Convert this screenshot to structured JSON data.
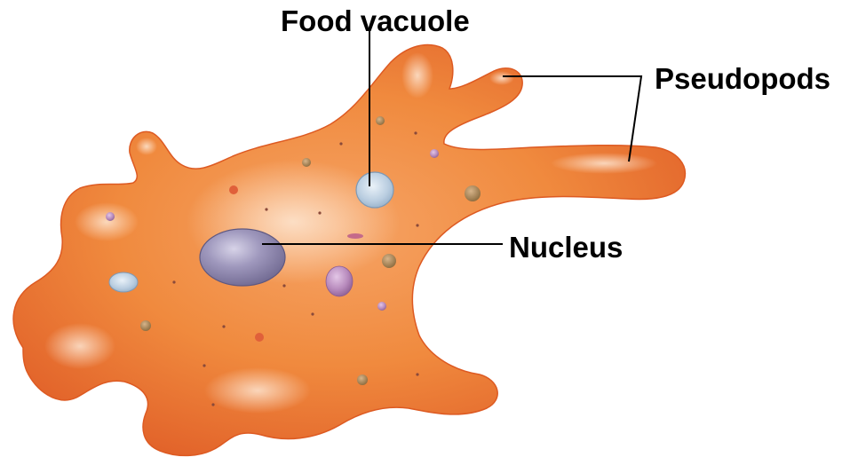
{
  "labels": {
    "food_vacuole": "Food vacuole",
    "pseudopods": "Pseudopods",
    "nucleus": "Nucleus"
  },
  "colors": {
    "cell_body": "#f08a3e",
    "cell_edge": "#e2632a",
    "nucleus": "#8e86aa",
    "food_vacuole": "#b9cde0",
    "background": "#ffffff",
    "text": "#000000"
  }
}
